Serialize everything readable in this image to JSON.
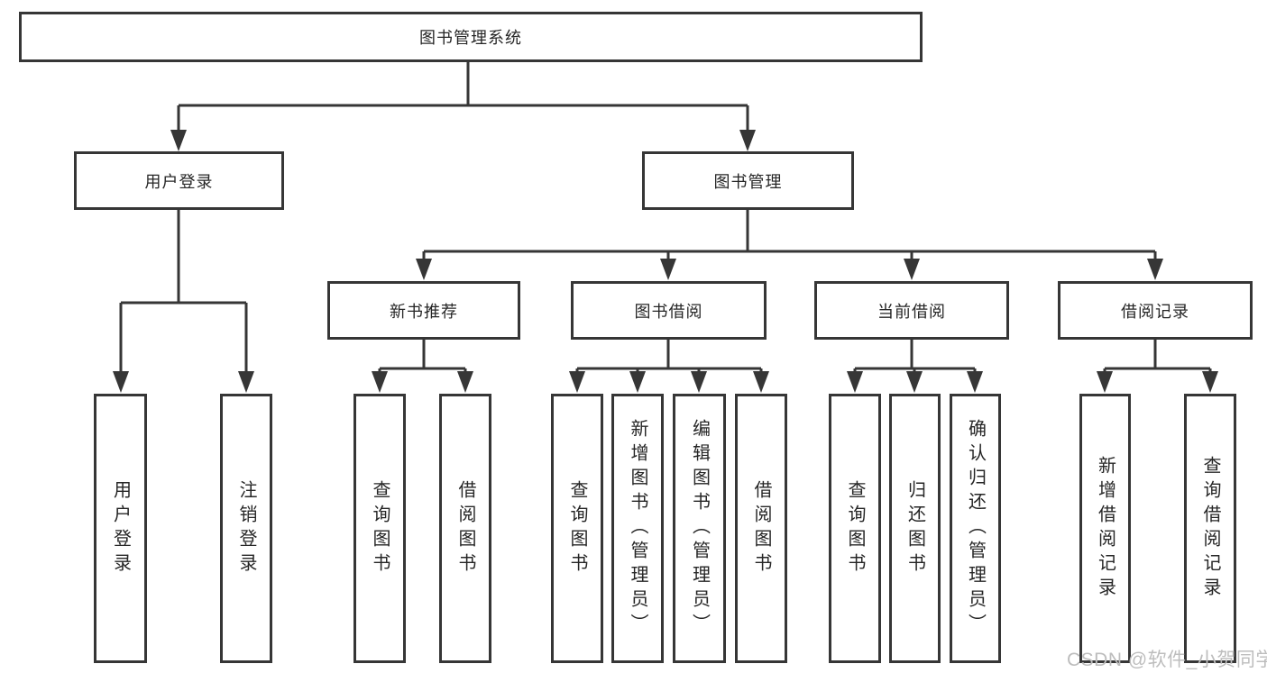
{
  "diagram": {
    "root": {
      "label": "图书管理系统"
    },
    "branches": [
      {
        "label": "用户登录",
        "children": [
          {
            "label": "用户登录"
          },
          {
            "label": "注销登录"
          }
        ]
      },
      {
        "label": "图书管理",
        "children": [
          {
            "label": "新书推荐",
            "children": [
              {
                "label": "查询图书"
              },
              {
                "label": "借阅图书"
              }
            ]
          },
          {
            "label": "图书借阅",
            "children": [
              {
                "label": "查询图书"
              },
              {
                "label": "新增图书（管理员）"
              },
              {
                "label": "编辑图书（管理员）"
              },
              {
                "label": "借阅图书"
              }
            ]
          },
          {
            "label": "当前借阅",
            "children": [
              {
                "label": "查询图书"
              },
              {
                "label": "归还图书"
              },
              {
                "label": "确认归还（管理员）"
              }
            ]
          },
          {
            "label": "借阅记录",
            "children": [
              {
                "label": "新增借阅记录"
              },
              {
                "label": "查询借阅记录"
              }
            ]
          }
        ]
      }
    ]
  },
  "watermark": {
    "text": "CSDN @软件_小贺同学"
  },
  "colors": {
    "line": "#363636",
    "text": "#262626",
    "background": "#ffffff",
    "watermark": "#bdbdbd"
  }
}
